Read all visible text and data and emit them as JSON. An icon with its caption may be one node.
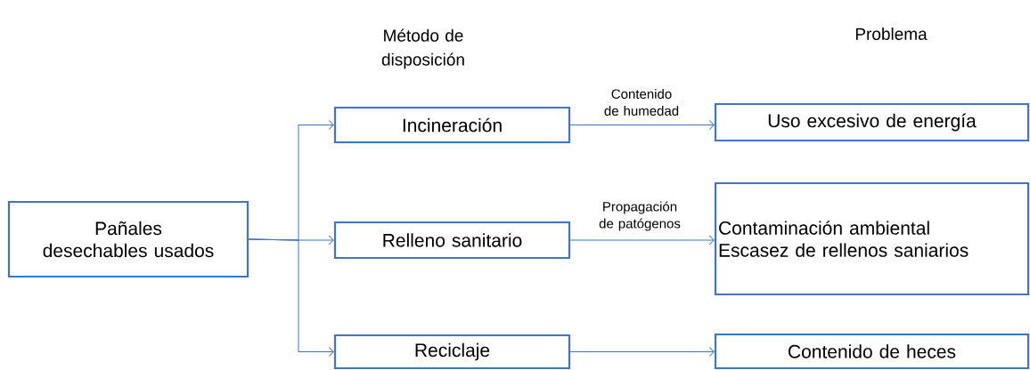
{
  "diagram": {
    "nodes": [
      {
        "text": [
          "Pañales desechables usados"
        ]
      },
      {
        "text": [
          "Incineración"
        ]
      },
      {
        "text": [
          "Relleno sanitario"
        ]
      },
      {
        "text": [
          "Reciclaje"
        ]
      },
      {
        "text": [
          "Uso excesivo de energía"
        ]
      },
      {
        "text": [
          "Contaminación ambiental",
          "Escasez de rellenos saniarios"
        ]
      },
      {
        "text": [
          "Contenido de heces"
        ]
      }
    ],
    "edges": [
      {
        "from": 0,
        "to": 1,
        "arrow": "to"
      },
      {
        "from": 0,
        "to": 2,
        "arrow": "to"
      },
      {
        "from": 0,
        "to": 3,
        "arrow": "to"
      },
      {
        "from": 1,
        "to": 4,
        "arrow": "to",
        "label": "Contenido de humedad"
      },
      {
        "from": 2,
        "to": 5,
        "arrow": "to",
        "label": "Propagación de patógenos"
      },
      {
        "from": 3,
        "to": 6,
        "arrow": "to"
      }
    ],
    "labels": [
      "Método de disposición",
      "Problema"
    ]
  }
}
